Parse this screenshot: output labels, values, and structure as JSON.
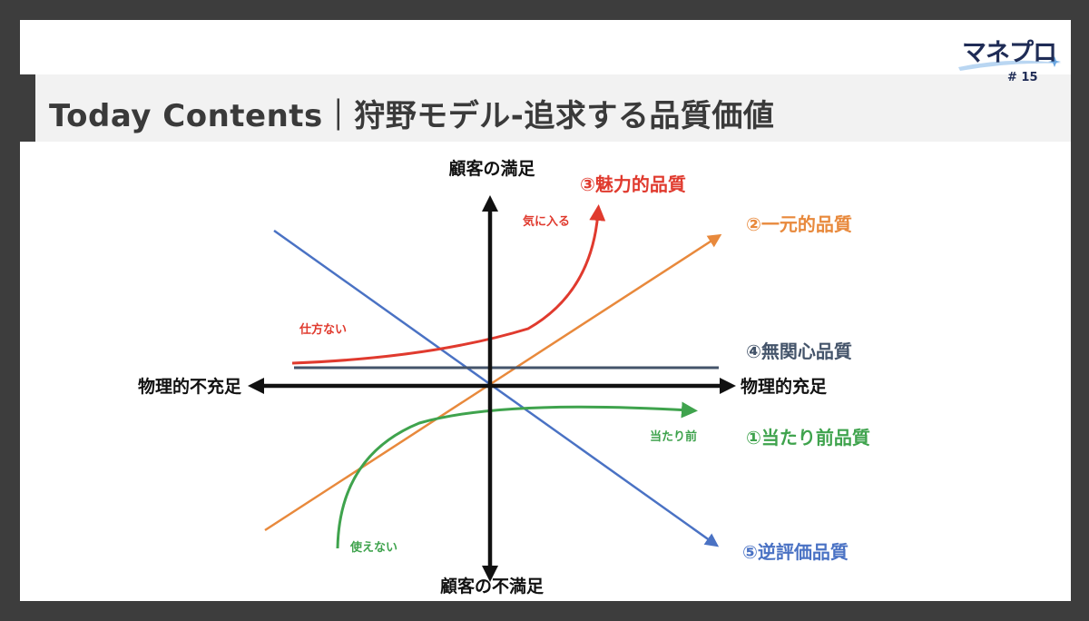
{
  "slide": {
    "title": "Today Contents｜狩野モデル-追求する品質価値",
    "logo": {
      "brand": "マネプロ",
      "episode": "# 15"
    }
  },
  "diagram": {
    "axes": {
      "top": "顧客の満足",
      "bottom": "顧客の不満足",
      "left": "物理的不充足",
      "right": "物理的充足"
    },
    "curves": [
      {
        "id": "attractive",
        "label": "③魅力的品質",
        "annotations": [
          "気に入る",
          "仕方ない"
        ],
        "color": "#e03a2e"
      },
      {
        "id": "one-dimensional",
        "label": "②一元的品質",
        "color": "#e8893c"
      },
      {
        "id": "indifferent",
        "label": "④無関心品質",
        "color": "#44546a"
      },
      {
        "id": "must-be",
        "label": "①当たり前品質",
        "annotations": [
          "当たり前",
          "使えない"
        ],
        "color": "#3fa34d"
      },
      {
        "id": "reverse",
        "label": "⑤逆評価品質",
        "color": "#4a72c4"
      }
    ]
  }
}
